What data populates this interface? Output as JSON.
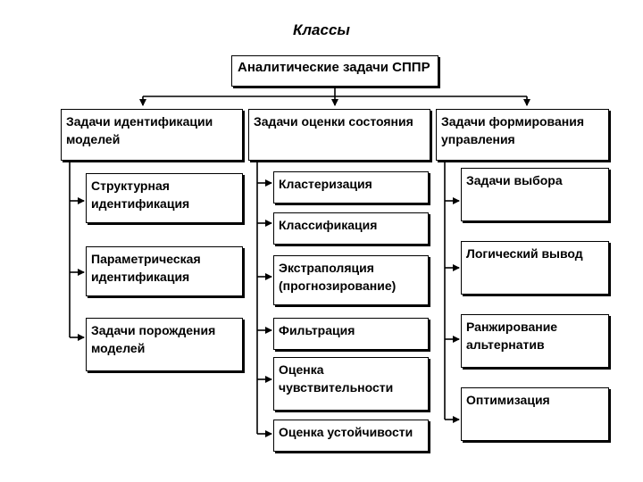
{
  "title": "Классы",
  "root": "Аналитические задачи СППР",
  "columns": [
    {
      "header": "Задачи идентификации\nмоделей",
      "items": [
        "Структурная\nидентификация",
        "Параметрическая\nидентификация",
        "Задачи порождения\nмоделей"
      ]
    },
    {
      "header": "Задачи оценки состояния",
      "items": [
        "Кластеризация",
        "Классификация",
        "Экстраполяция\n(прогнозирование)",
        "Фильтрация",
        "Оценка\nчувствительности",
        "Оценка устойчивости"
      ]
    },
    {
      "header": "Задачи формирования\nуправления",
      "items": [
        "Задачи выбора",
        "Логический вывод",
        "Ранжирование\nальтернатив",
        "Оптимизация"
      ]
    }
  ]
}
